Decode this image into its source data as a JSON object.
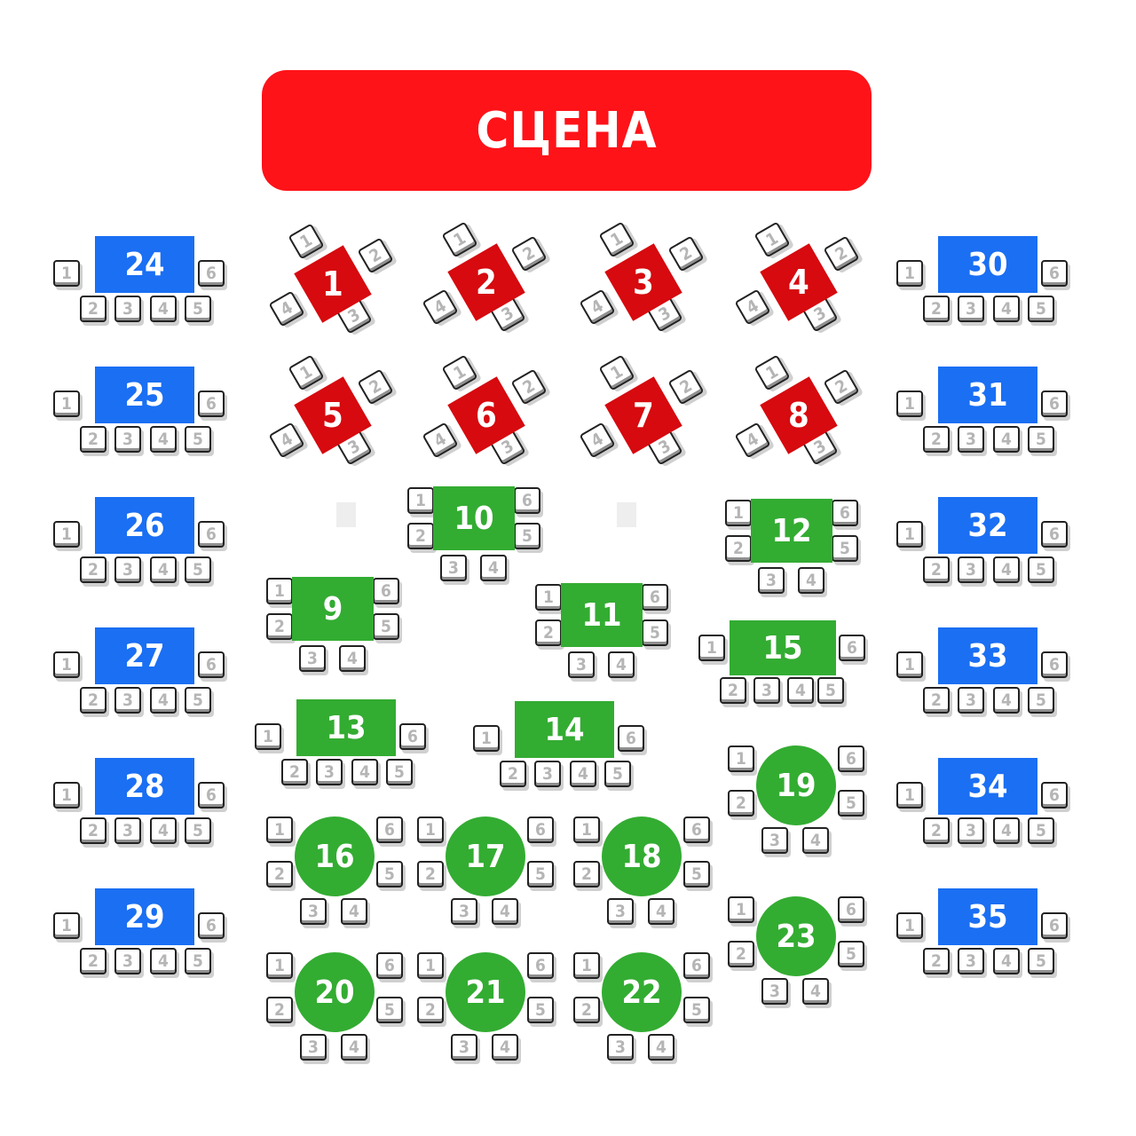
{
  "stage": {
    "label": "СЦЕНА"
  },
  "colors": {
    "stage": "#fe1319",
    "red_table": "#d60a0f",
    "blue_table": "#1a6ff3",
    "green_table": "#33ac32",
    "seat_outline": "#222222",
    "seat_number": "#b5b5b5"
  },
  "tables": [
    {
      "number": "1",
      "color": "red",
      "shape": "diamond",
      "seats": [
        "1",
        "2",
        "3",
        "4"
      ]
    },
    {
      "number": "2",
      "color": "red",
      "shape": "diamond",
      "seats": [
        "1",
        "2",
        "3",
        "4"
      ]
    },
    {
      "number": "3",
      "color": "red",
      "shape": "diamond",
      "seats": [
        "1",
        "2",
        "3",
        "4"
      ]
    },
    {
      "number": "4",
      "color": "red",
      "shape": "diamond",
      "seats": [
        "1",
        "2",
        "3",
        "4"
      ]
    },
    {
      "number": "5",
      "color": "red",
      "shape": "diamond",
      "seats": [
        "1",
        "2",
        "3",
        "4"
      ]
    },
    {
      "number": "6",
      "color": "red",
      "shape": "diamond",
      "seats": [
        "1",
        "2",
        "3",
        "4"
      ]
    },
    {
      "number": "7",
      "color": "red",
      "shape": "diamond",
      "seats": [
        "1",
        "2",
        "3",
        "4"
      ]
    },
    {
      "number": "8",
      "color": "red",
      "shape": "diamond",
      "seats": [
        "1",
        "2",
        "3",
        "4"
      ]
    },
    {
      "number": "9",
      "color": "green",
      "shape": "square",
      "seats": [
        "1",
        "2",
        "3",
        "4",
        "5",
        "6"
      ]
    },
    {
      "number": "10",
      "color": "green",
      "shape": "square",
      "seats": [
        "1",
        "2",
        "3",
        "4",
        "5",
        "6"
      ]
    },
    {
      "number": "11",
      "color": "green",
      "shape": "square",
      "seats": [
        "1",
        "2",
        "3",
        "4",
        "5",
        "6"
      ]
    },
    {
      "number": "12",
      "color": "green",
      "shape": "square",
      "seats": [
        "1",
        "2",
        "3",
        "4",
        "5",
        "6"
      ]
    },
    {
      "number": "13",
      "color": "green",
      "shape": "rect",
      "seats": [
        "1",
        "2",
        "3",
        "4",
        "5",
        "6"
      ]
    },
    {
      "number": "14",
      "color": "green",
      "shape": "rect",
      "seats": [
        "1",
        "2",
        "3",
        "4",
        "5",
        "6"
      ]
    },
    {
      "number": "15",
      "color": "green",
      "shape": "rect",
      "seats": [
        "1",
        "2",
        "3",
        "4",
        "5",
        "6"
      ]
    },
    {
      "number": "16",
      "color": "green",
      "shape": "round",
      "seats": [
        "1",
        "2",
        "3",
        "4",
        "5",
        "6"
      ]
    },
    {
      "number": "17",
      "color": "green",
      "shape": "round",
      "seats": [
        "1",
        "2",
        "3",
        "4",
        "5",
        "6"
      ]
    },
    {
      "number": "18",
      "color": "green",
      "shape": "round",
      "seats": [
        "1",
        "2",
        "3",
        "4",
        "5",
        "6"
      ]
    },
    {
      "number": "19",
      "color": "green",
      "shape": "round",
      "seats": [
        "1",
        "2",
        "3",
        "4",
        "5",
        "6"
      ]
    },
    {
      "number": "20",
      "color": "green",
      "shape": "round",
      "seats": [
        "1",
        "2",
        "3",
        "4",
        "5",
        "6"
      ]
    },
    {
      "number": "21",
      "color": "green",
      "shape": "round",
      "seats": [
        "1",
        "2",
        "3",
        "4",
        "5",
        "6"
      ]
    },
    {
      "number": "22",
      "color": "green",
      "shape": "round",
      "seats": [
        "1",
        "2",
        "3",
        "4",
        "5",
        "6"
      ]
    },
    {
      "number": "23",
      "color": "green",
      "shape": "round",
      "seats": [
        "1",
        "2",
        "3",
        "4",
        "5",
        "6"
      ]
    },
    {
      "number": "24",
      "color": "blue",
      "shape": "rect",
      "seats": [
        "1",
        "2",
        "3",
        "4",
        "5",
        "6"
      ]
    },
    {
      "number": "25",
      "color": "blue",
      "shape": "rect",
      "seats": [
        "1",
        "2",
        "3",
        "4",
        "5",
        "6"
      ]
    },
    {
      "number": "26",
      "color": "blue",
      "shape": "rect",
      "seats": [
        "1",
        "2",
        "3",
        "4",
        "5",
        "6"
      ]
    },
    {
      "number": "27",
      "color": "blue",
      "shape": "rect",
      "seats": [
        "1",
        "2",
        "3",
        "4",
        "5",
        "6"
      ]
    },
    {
      "number": "28",
      "color": "blue",
      "shape": "rect",
      "seats": [
        "1",
        "2",
        "3",
        "4",
        "5",
        "6"
      ]
    },
    {
      "number": "29",
      "color": "blue",
      "shape": "rect",
      "seats": [
        "1",
        "2",
        "3",
        "4",
        "5",
        "6"
      ]
    },
    {
      "number": "30",
      "color": "blue",
      "shape": "rect",
      "seats": [
        "1",
        "2",
        "3",
        "4",
        "5",
        "6"
      ]
    },
    {
      "number": "31",
      "color": "blue",
      "shape": "rect",
      "seats": [
        "1",
        "2",
        "3",
        "4",
        "5",
        "6"
      ]
    },
    {
      "number": "32",
      "color": "blue",
      "shape": "rect",
      "seats": [
        "1",
        "2",
        "3",
        "4",
        "5",
        "6"
      ]
    },
    {
      "number": "33",
      "color": "blue",
      "shape": "rect",
      "seats": [
        "1",
        "2",
        "3",
        "4",
        "5",
        "6"
      ]
    },
    {
      "number": "34",
      "color": "blue",
      "shape": "rect",
      "seats": [
        "1",
        "2",
        "3",
        "4",
        "5",
        "6"
      ]
    },
    {
      "number": "35",
      "color": "blue",
      "shape": "rect",
      "seats": [
        "1",
        "2",
        "3",
        "4",
        "5",
        "6"
      ]
    }
  ]
}
